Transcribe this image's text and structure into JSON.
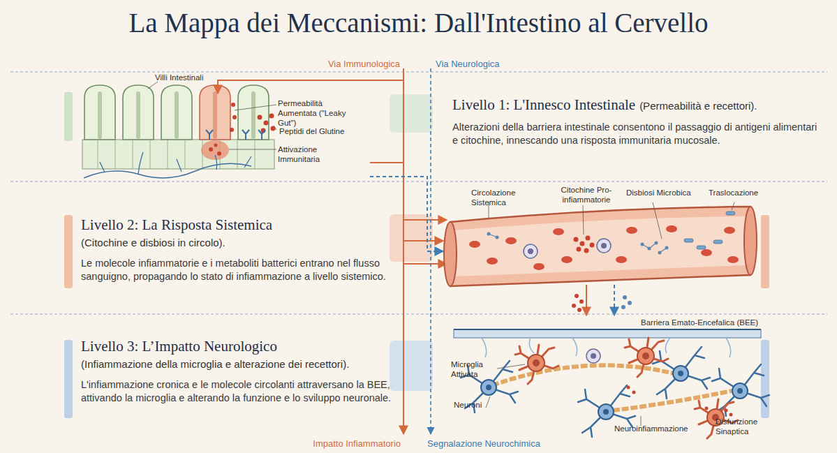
{
  "diagram": {
    "title": "La Mappa dei Meccanismi: Dall'Intestino al Cervello",
    "nodes": [
      {
        "text": [
          "Villi Intestinali",
          "Permeabilità Aumentata (\"Leaky Gut\")",
          "Peptidi del Glutine",
          "Attivazione Immunitaria"
        ]
      },
      {
        "text": [
          "Livello 1: L'Innesco Intestinale",
          "(Permeabilità e recettori).",
          "Alterazioni della barriera intestinale consentono il passaggio di antigeni alimentari e citochine, innescando una risposta immunitaria mucosale."
        ]
      },
      {
        "text": [
          "Livello 2: La Risposta Sistemica",
          "(Citochine e disbiosi in circolo).",
          "Le molecole infiammatorie e i metaboliti batterici entrano nel flusso sanguigno, propagando lo stato di infiammazione a livello sistemico."
        ]
      },
      {
        "text": [
          "Circolazione Sistemica",
          "Citochine Pro-infiammatorie",
          "Disbiosi Microbica",
          "Traslocazione"
        ]
      },
      {
        "text": [
          "Livello 3: L’Impatto Neurologico",
          "(Infiammazione della microglia e alterazione dei recettori).",
          "L'infiammazione cronica e le molecole circolanti attraversano la BEE, attivando la microglia e alterando la funzione e lo sviluppo neuronale."
        ]
      },
      {
        "text": [
          "Barriera Emato-Encefalica (BEE)",
          "Microglia Attivata",
          "Neuroni",
          "Neuroinfiammazione",
          "Disfunzione Sinaptica"
        ]
      }
    ],
    "edges": [
      {
        "from": 0,
        "to": 3,
        "arrow": "to"
      },
      {
        "from": 0,
        "to": 3,
        "arrow": "to"
      },
      {
        "from": 3,
        "to": 5,
        "arrow": "to"
      },
      {
        "from": 3,
        "to": 5,
        "arrow": "to"
      }
    ],
    "labels": [
      "Via Immunologica",
      "Via Neurologica",
      "Impatto Infiammatorio",
      "Segnalazione Neurochimica"
    ]
  }
}
